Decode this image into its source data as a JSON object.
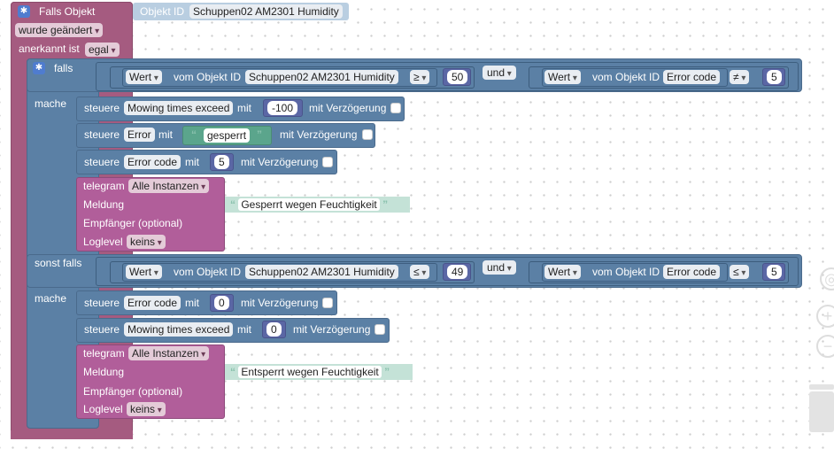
{
  "event": {
    "falls_objekt": "Falls Objekt",
    "objekt_id_label": "Objekt ID",
    "objekt_id_value": "Schuppen02 AM2301  Humidity",
    "wurde": "wurde geändert",
    "anerkannt_label": "anerkannt ist",
    "anerkannt_value": "egal"
  },
  "if_block": {
    "falls": "falls",
    "mache": "mache",
    "sonst_falls": "sonst falls"
  },
  "condition1": {
    "left": {
      "wert": "Wert",
      "vom": "vom Objekt ID",
      "obj": "Schuppen02 AM2301  Humidity",
      "op": "≥",
      "val": "50"
    },
    "und": "und",
    "right": {
      "wert": "Wert",
      "vom": "vom Objekt ID",
      "obj": "Error code",
      "op": "≠",
      "val": "5"
    }
  },
  "do1": [
    {
      "steuere": "steuere",
      "target": "Mowing times exceed",
      "mit": "mit",
      "value": "-100",
      "delay": "mit Verzögerung"
    },
    {
      "steuere": "steuere",
      "target": "Error",
      "mit": "mit",
      "value": "gesperrt",
      "delay": "mit Verzögerung"
    },
    {
      "steuere": "steuere",
      "target": "Error code",
      "mit": "mit",
      "value": "5",
      "delay": "mit Verzögerung"
    }
  ],
  "telegram1": {
    "telegram": "telegram",
    "instances": "Alle Instanzen",
    "meldung": "Meldung",
    "message": "Gesperrt wegen Feuchtigkeit",
    "empfaenger": "Empfänger (optional)",
    "loglevel": "Loglevel",
    "loglevel_value": "keins"
  },
  "condition2": {
    "left": {
      "wert": "Wert",
      "vom": "vom Objekt ID",
      "obj": "Schuppen02 AM2301  Humidity",
      "op": "≤",
      "val": "49"
    },
    "und": "und",
    "right": {
      "wert": "Wert",
      "vom": "vom Objekt ID",
      "obj": "Error code",
      "op": "≤",
      "val": "5"
    }
  },
  "do2": [
    {
      "steuere": "steuere",
      "target": "Error code",
      "mit": "mit",
      "value": "0",
      "delay": "mit Verzögerung"
    },
    {
      "steuere": "steuere",
      "target": "Mowing times exceed",
      "mit": "mit",
      "value": "0",
      "delay": "mit Verzögerung"
    }
  ],
  "telegram2": {
    "telegram": "telegram",
    "instances": "Alle Instanzen",
    "meldung": "Meldung",
    "message": "Entsperrt wegen Feuchtigkeit",
    "empfaenger": "Empfänger (optional)",
    "loglevel": "Loglevel",
    "loglevel_value": "keins"
  },
  "icons": {
    "settings": "gear-icon",
    "trash": "trash-icon",
    "zoom_in": "zoom-in-icon",
    "zoom_out": "zoom-out-icon",
    "center": "center-icon"
  }
}
